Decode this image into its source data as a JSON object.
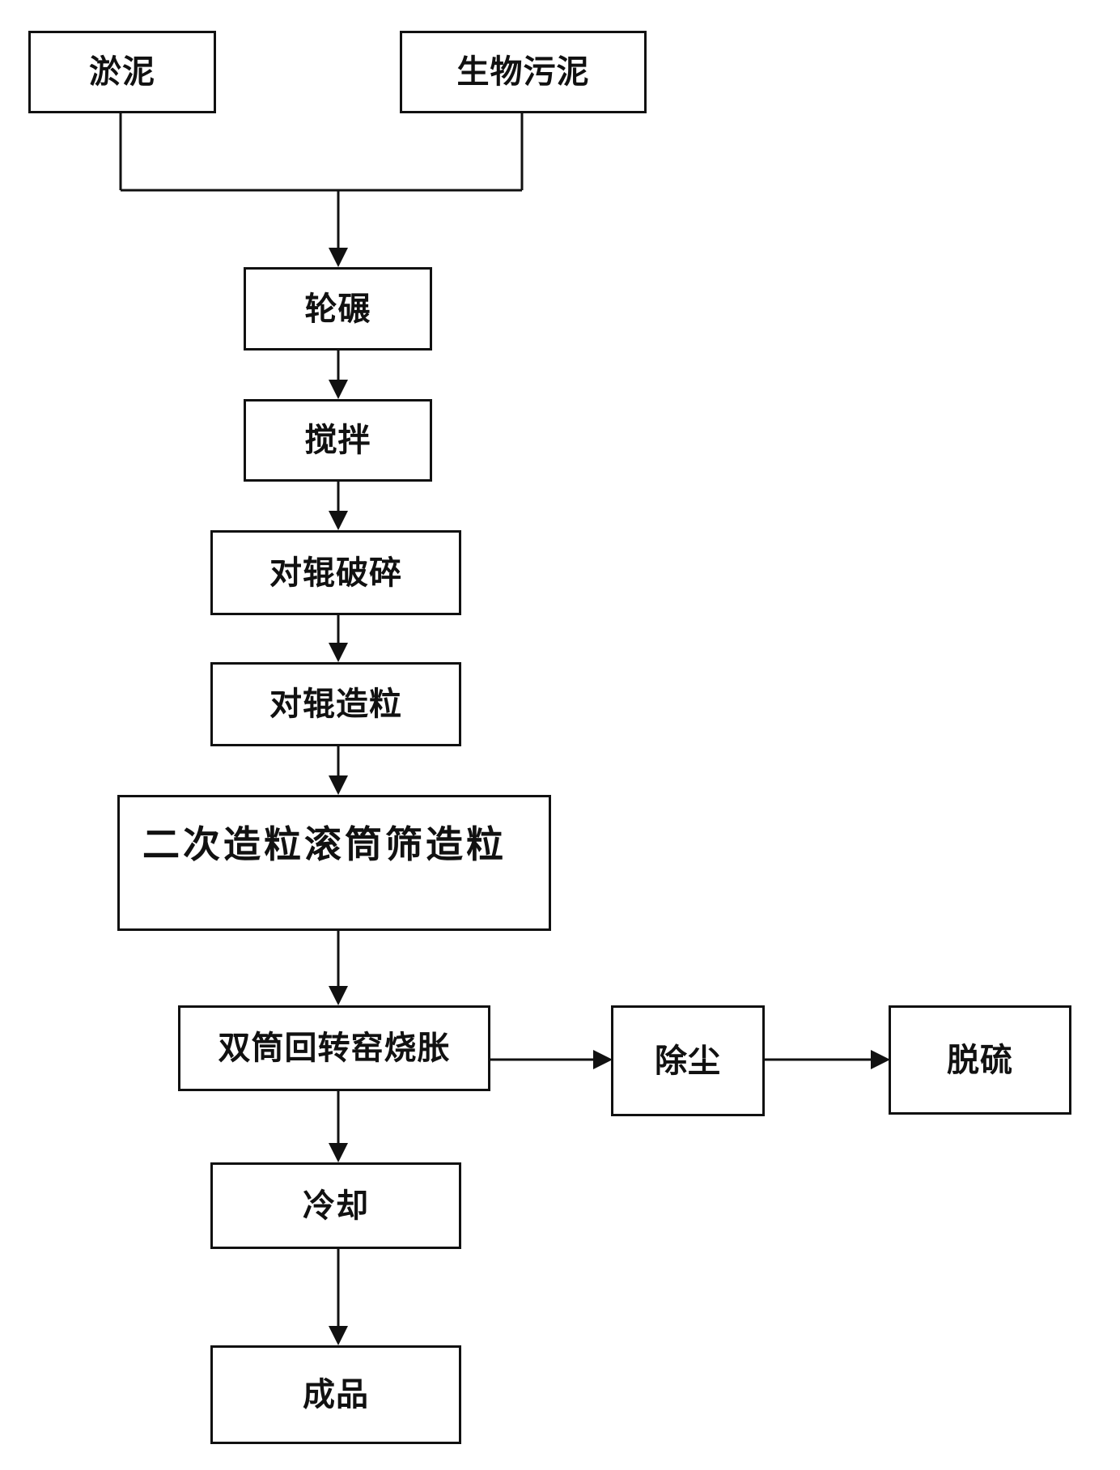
{
  "diagram": {
    "nodes": {
      "sludge": "淤泥",
      "bio_sludge": "生物污泥",
      "wheel_grinding": "轮碾",
      "stirring": "搅拌",
      "roller_crushing": "对辊破碎",
      "roller_granulation": "对辊造粒",
      "secondary_granulation": "二次造粒滚筒筛造粒",
      "rotary_kiln": "双筒回转窑烧胀",
      "dust_removal": "除尘",
      "desulfurization": "脱硫",
      "cooling": "冷却",
      "finished_product": "成品"
    },
    "edges": [
      {
        "from": "sludge",
        "to": "wheel_grinding"
      },
      {
        "from": "bio_sludge",
        "to": "wheel_grinding"
      },
      {
        "from": "wheel_grinding",
        "to": "stirring"
      },
      {
        "from": "stirring",
        "to": "roller_crushing"
      },
      {
        "from": "roller_crushing",
        "to": "roller_granulation"
      },
      {
        "from": "roller_granulation",
        "to": "secondary_granulation"
      },
      {
        "from": "secondary_granulation",
        "to": "rotary_kiln"
      },
      {
        "from": "rotary_kiln",
        "to": "dust_removal"
      },
      {
        "from": "dust_removal",
        "to": "desulfurization"
      },
      {
        "from": "rotary_kiln",
        "to": "cooling"
      },
      {
        "from": "cooling",
        "to": "finished_product"
      }
    ]
  }
}
